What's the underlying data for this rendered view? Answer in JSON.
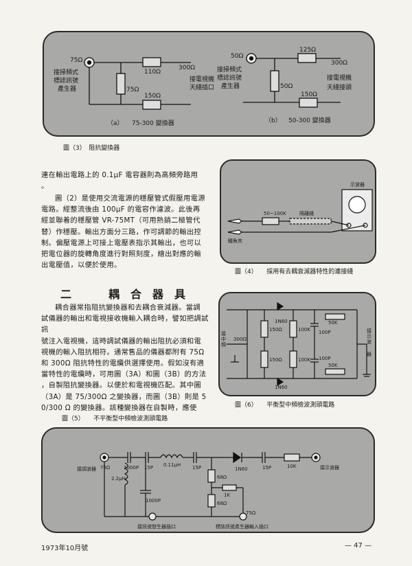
{
  "fig3": {
    "a": {
      "source_res": "75Ω",
      "r_top": "110Ω",
      "r_mid": "75Ω",
      "r_bot": "150Ω",
      "out_res": "300Ω",
      "src_label": [
        "接掃頻式",
        "標誌訊號",
        "產生器"
      ],
      "dst_label": [
        "接電視機",
        "天綫插口"
      ],
      "caption_letter": "（a）",
      "caption_text": "75-300 變換器"
    },
    "b": {
      "source_res": "50Ω",
      "r_top": "125Ω",
      "r_mid": "50Ω",
      "r_bot": "150Ω",
      "out_res": "300Ω",
      "src_label": [
        "接掃頻式",
        "標誌訊號",
        "產生器"
      ],
      "dst_label": [
        "接電視機",
        "天綫接頭"
      ],
      "caption_letter": "（b）",
      "caption_text": "50-300 變換器"
    },
    "caption": "圖（3）　阻抗變換器"
  },
  "para1_lines": [
    "連在輸出電路上的 0.1μF 電容器則為高頻旁路用",
    "。"
  ],
  "para2_lines": [
    "圖（2）是使用交流電源的穩壓管式假壓用電源",
    "電路。經整流後由 100μF 的電容作濾波。此後再",
    "經並聯着的穩壓管 VR-75MT（可用熱銷二極管代",
    "替）作穩壓。輸出方面分三路，作可調節的輸出控",
    "制。偏壓電源上可接上電壓表指示其輸出，也可以",
    "把電位器的旋轉角度進行對照刻度，繪出對應的輸",
    "出電壓值，以便於使用。"
  ],
  "section": {
    "num": "二",
    "title": [
      "耦",
      "合",
      "器",
      "具"
    ]
  },
  "para3_lines": [
    "耦合器常指阻抗變換器和去耦合衰減器。當調",
    "試儀器的輸出和電視接收機輸入耦合時，譬如把調試訊",
    "號注入電視機，這時調試儀器的輸出阻抗必須和電",
    "視機的輸入阻抗相符。通常售品的儀器都附有 75Ω",
    "和 300Ω 阻抗特性的電纜供選擇使用。假如沒有適",
    "當特性的電纜時，可用圖（3A）和圖（3B）的方法",
    "，自製阻抗變換器。以便於和電視機匹配。其中圖",
    "（3A）是 75/300Ω 之變換器，而圖（3B）則是 5",
    "0/300 Ω 的變換器。該種變換器在自製時，應使"
  ],
  "fig4": {
    "caption": "圖（4）　　採用有去耦衰減器特性的連接綫",
    "meter_label": "示波器",
    "resistor_label": "50~100K",
    "cable_label": "隔離綫",
    "probe_label": "鱷魚夾"
  },
  "fig6": {
    "caption": "圖（6）　　平衡型中頻檢波測頭電路",
    "left_label": [
      "接",
      "中",
      "頻"
    ],
    "in_res": "300Ω",
    "d_top": "1N60",
    "d_bot": "1N60",
    "r1": "150Ω",
    "r2": "150Ω",
    "r3": "100K",
    "r4": "100K",
    "c1": "100P",
    "c2": "100P",
    "r_out_top": "50K",
    "r_out_bot": "50K",
    "right_label": [
      "接",
      "示",
      "波",
      "器"
    ]
  },
  "fig5": {
    "caption": "圖（5）　　不平衡型中頻檢波測頭電路",
    "left_res": "75Ω",
    "left_label": "接調波器",
    "c1": "1000P",
    "c2": "15P",
    "l1": "0.11μH",
    "c3": "15P",
    "l2": "2.2μH",
    "c4": "1000P",
    "r1": "68Ω",
    "r2": "1K",
    "r3": "68Ω",
    "d1": "1N60",
    "c5": "15P",
    "r_out": "10K",
    "right_label": "接示波器",
    "bottom_left_label": "接訊號發生器插口",
    "bottom_right_label": "標誌訊號產生器輸入插口",
    "bottom_res": "75Ω"
  },
  "footer": {
    "date": "1973年10月號",
    "page": "— 47 —"
  }
}
